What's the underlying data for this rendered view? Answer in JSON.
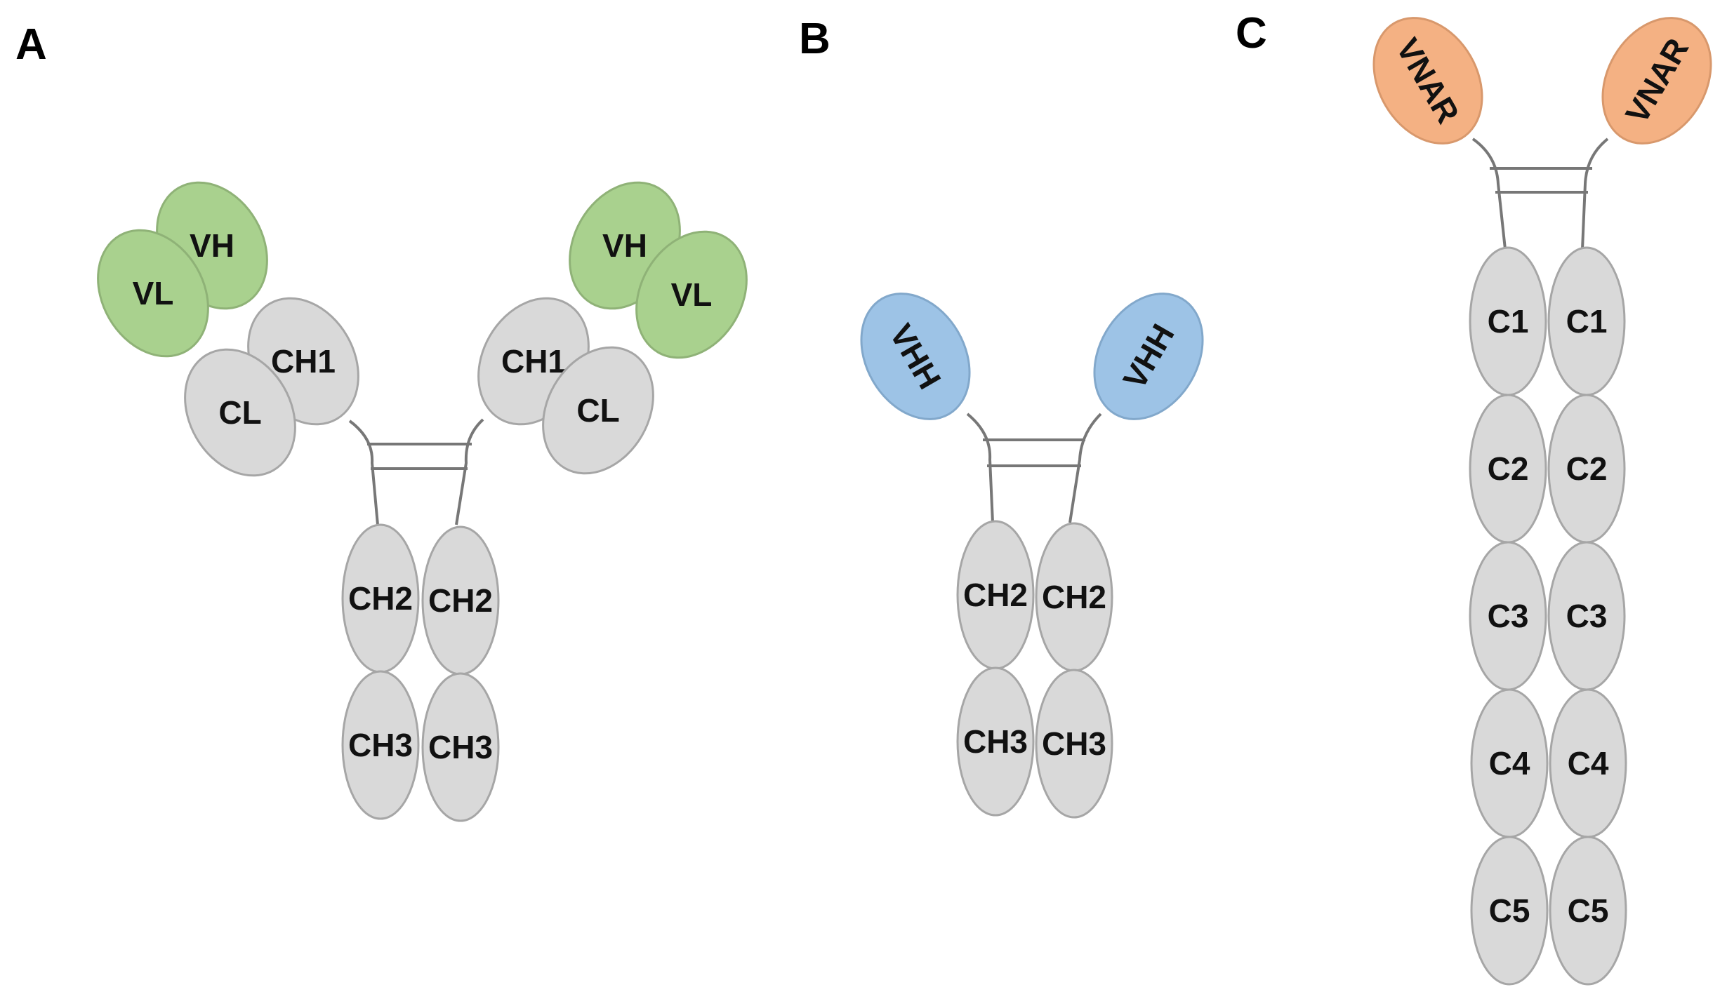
{
  "colors": {
    "background": "#ffffff",
    "constant_fill": "#d9d9d9",
    "constant_stroke": "#a6a6a6",
    "variable_conventional": "#a9d18e",
    "variable_conventional_stroke": "#8fb277",
    "variable_camelid": "#9dc3e6",
    "variable_camelid_stroke": "#82a8cb",
    "variable_shark": "#f4b183",
    "variable_shark_stroke": "#d8986c",
    "hinge": "#777777",
    "text": "#111111"
  },
  "panels": [
    {
      "id": "A",
      "label": "A",
      "domains": [
        {
          "text": "VH",
          "kind": "conventional"
        },
        {
          "text": "VL",
          "kind": "conventional"
        },
        {
          "text": "CH1",
          "kind": "constant"
        },
        {
          "text": "CL",
          "kind": "constant"
        },
        {
          "text": "VH",
          "kind": "conventional"
        },
        {
          "text": "VL",
          "kind": "conventional"
        },
        {
          "text": "CH1",
          "kind": "constant"
        },
        {
          "text": "CL",
          "kind": "constant"
        },
        {
          "text": "CH2",
          "kind": "constant"
        },
        {
          "text": "CH2",
          "kind": "constant"
        },
        {
          "text": "CH3",
          "kind": "constant"
        },
        {
          "text": "CH3",
          "kind": "constant"
        }
      ]
    },
    {
      "id": "B",
      "label": "B",
      "domains": [
        {
          "text": "VHH",
          "kind": "camelid"
        },
        {
          "text": "VHH",
          "kind": "camelid"
        },
        {
          "text": "CH2",
          "kind": "constant"
        },
        {
          "text": "CH2",
          "kind": "constant"
        },
        {
          "text": "CH3",
          "kind": "constant"
        },
        {
          "text": "CH3",
          "kind": "constant"
        }
      ]
    },
    {
      "id": "C",
      "label": "C",
      "domains": [
        {
          "text": "VNAR",
          "kind": "shark"
        },
        {
          "text": "VNAR",
          "kind": "shark"
        },
        {
          "text": "C1",
          "kind": "constant"
        },
        {
          "text": "C1",
          "kind": "constant"
        },
        {
          "text": "C2",
          "kind": "constant"
        },
        {
          "text": "C2",
          "kind": "constant"
        },
        {
          "text": "C3",
          "kind": "constant"
        },
        {
          "text": "C3",
          "kind": "constant"
        },
        {
          "text": "C4",
          "kind": "constant"
        },
        {
          "text": "C4",
          "kind": "constant"
        },
        {
          "text": "C5",
          "kind": "constant"
        },
        {
          "text": "C5",
          "kind": "constant"
        }
      ]
    }
  ]
}
